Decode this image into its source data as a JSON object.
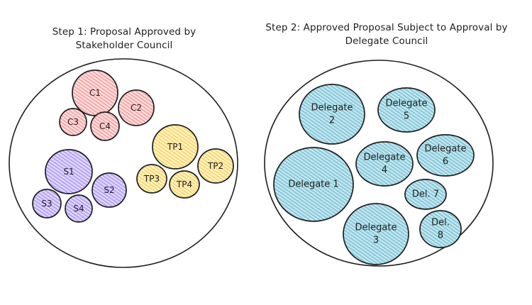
{
  "diagram": {
    "step1": {
      "title_line1": "Step 1: Proposal Approved by",
      "title_line2": "Stakeholder Council",
      "groups": [
        {
          "name": "C",
          "color": "#ffc9c9",
          "hatch": "#f08c8c",
          "members": [
            "C1",
            "C2",
            "C3",
            "C4"
          ]
        },
        {
          "name": "TP",
          "color": "#ffec99",
          "hatch": "#f5c26b",
          "members": [
            "TP1",
            "TP2",
            "TP3",
            "TP4"
          ]
        },
        {
          "name": "S",
          "color": "#d0bfff",
          "hatch": "#9c8cf0",
          "members": [
            "S1",
            "S2",
            "S3",
            "S4"
          ]
        }
      ]
    },
    "step2": {
      "title_line1": "Step 2: Approved Proposal Subject to Approval by",
      "title_line2": "Delegate Council",
      "color": "#a5d8e6",
      "hatch": "#6fbccf",
      "delegates": [
        {
          "id": "d1",
          "lines": [
            "Delegate 1"
          ]
        },
        {
          "id": "d2",
          "lines": [
            "Delegate",
            "2"
          ]
        },
        {
          "id": "d3",
          "lines": [
            "Delegate",
            "3"
          ]
        },
        {
          "id": "d4",
          "lines": [
            "Delegate",
            "4"
          ]
        },
        {
          "id": "d5",
          "lines": [
            "Delegate",
            "5"
          ]
        },
        {
          "id": "d6",
          "lines": [
            "Delegate",
            "6"
          ]
        },
        {
          "id": "d7",
          "lines": [
            "Del. 7"
          ]
        },
        {
          "id": "d8",
          "lines": [
            "Del.",
            "8"
          ]
        }
      ]
    },
    "stroke_color": "#1e1e1e"
  }
}
